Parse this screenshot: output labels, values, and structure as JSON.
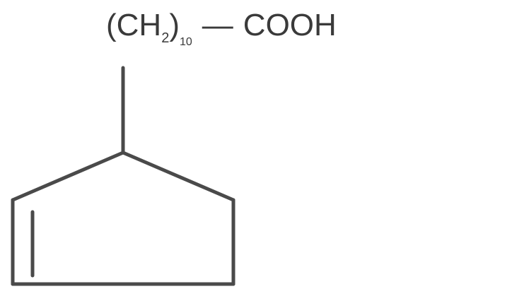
{
  "formula": {
    "open_paren": "(",
    "ch": "CH",
    "h_subscript": "2",
    "close_paren": ")",
    "chain_subscript": "10",
    "bond": "—",
    "acid_group": "COOH"
  },
  "colors": {
    "line": "#4a4a4a",
    "text": "#3a3a3a",
    "background": "#ffffff"
  }
}
